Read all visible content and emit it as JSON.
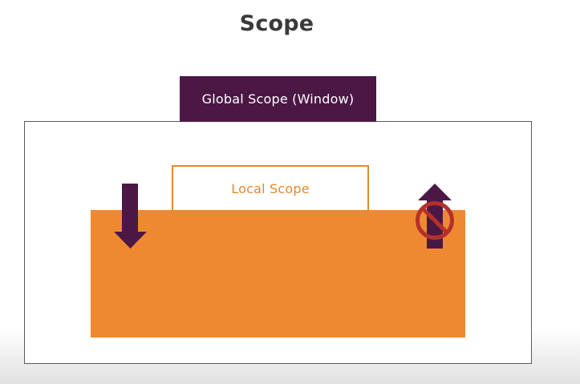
{
  "slide": {
    "title": "Scope"
  },
  "diagram": {
    "global_scope_label": "Global Scope (Window)",
    "local_scope_label": "Local Scope"
  },
  "icons": {
    "down_arrow": "arrow-down-icon",
    "up_arrow": "arrow-up-icon",
    "no_access": "prohibited-icon"
  },
  "colors": {
    "title_text": "#3a3a3a",
    "global_scope": "#4b1845",
    "local_scope": "#ef8931",
    "local_scope_border": "#e08a30",
    "prohibited": "#b5312a"
  }
}
